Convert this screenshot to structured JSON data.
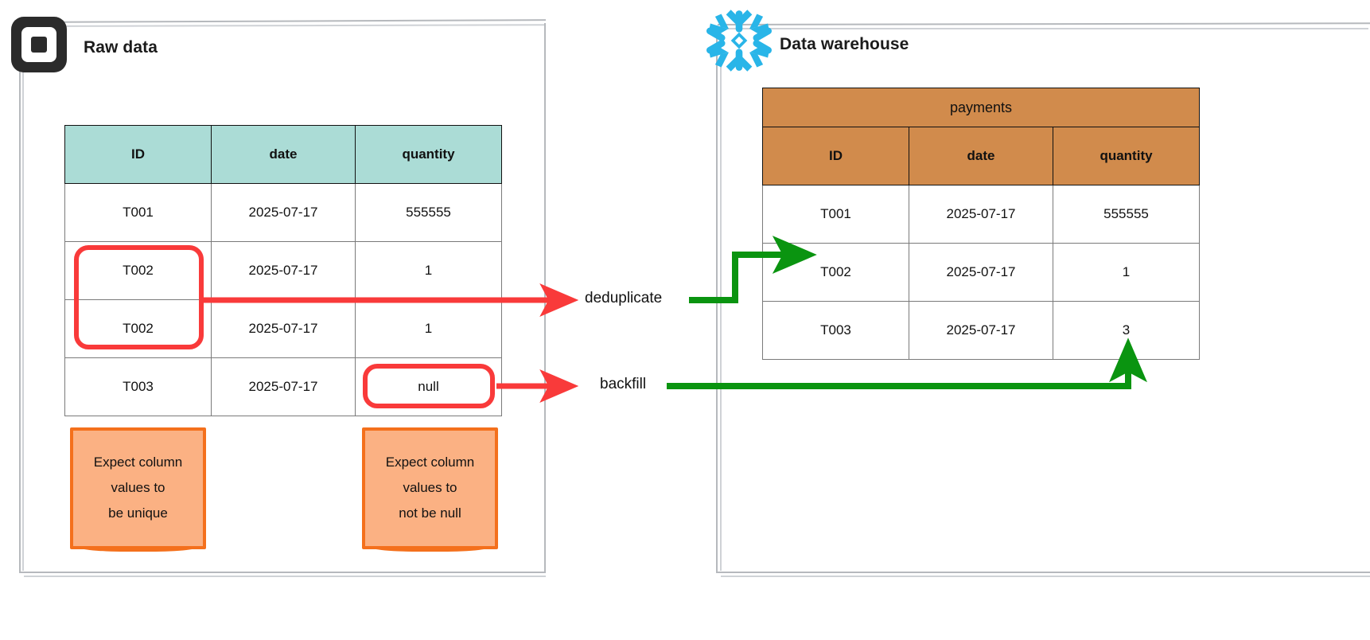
{
  "colors": {
    "red_highlight": "#f93a3a",
    "green_arrow": "#0a9410",
    "raw_header_bg": "#abdcd6",
    "warehouse_header_bg": "#d18b4c",
    "sticky_fill": "#fbb183",
    "sticky_border": "#f4701c",
    "snowflake_blue": "#29b5e8",
    "square_black": "#2b2b2b",
    "panel_border": "#b6b9bd"
  },
  "left_panel": {
    "title": "Raw data",
    "logo": "square-logo",
    "table": {
      "columns": [
        "ID",
        "date",
        "quantity"
      ],
      "rows": [
        [
          "T001",
          "2025-07-17",
          "555555"
        ],
        [
          "T002",
          "2025-07-17",
          "1"
        ],
        [
          "T002",
          "2025-07-17",
          "1"
        ],
        [
          "T003",
          "2025-07-17",
          "null"
        ]
      ]
    },
    "sticky_notes": [
      {
        "lines": [
          "Expect column",
          "values to",
          "be unique"
        ]
      },
      {
        "lines": [
          "Expect column",
          "values to",
          "not be null"
        ]
      }
    ]
  },
  "right_panel": {
    "title": "Data warehouse",
    "logo": "snowflake-logo",
    "table": {
      "name": "payments",
      "columns": [
        "ID",
        "date",
        "quantity"
      ],
      "rows": [
        [
          "T001",
          "2025-07-17",
          "555555"
        ],
        [
          "T002",
          "2025-07-17",
          "1"
        ],
        [
          "T003",
          "2025-07-17",
          "3"
        ]
      ]
    }
  },
  "flows": [
    {
      "label": "deduplicate"
    },
    {
      "label": "backfill"
    }
  ]
}
